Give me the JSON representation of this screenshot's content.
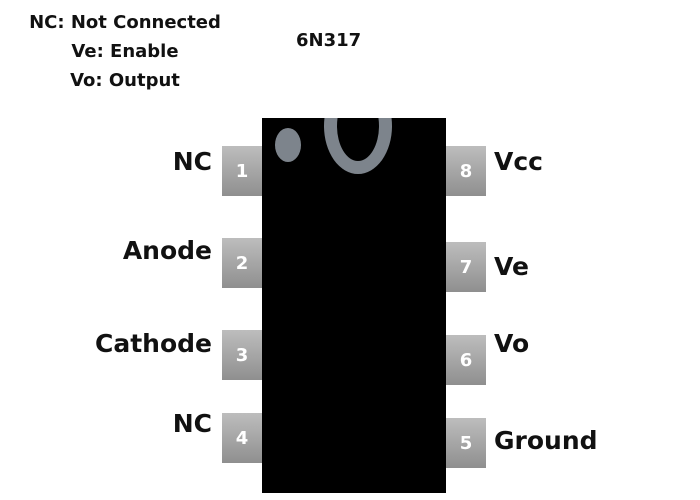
{
  "legend": [
    "NC: Not Connected",
    "Ve: Enable",
    "Vo: Output"
  ],
  "title": "6N317",
  "pins_left": [
    {
      "number": "1",
      "label": "NC"
    },
    {
      "number": "2",
      "label": "Anode"
    },
    {
      "number": "3",
      "label": "Cathode"
    },
    {
      "number": "4",
      "label": "NC"
    }
  ],
  "pins_right": [
    {
      "number": "8",
      "label": "Vcc"
    },
    {
      "number": "7",
      "label": "Ve"
    },
    {
      "number": "6",
      "label": "Vo"
    },
    {
      "number": "5",
      "label": "Ground"
    }
  ]
}
